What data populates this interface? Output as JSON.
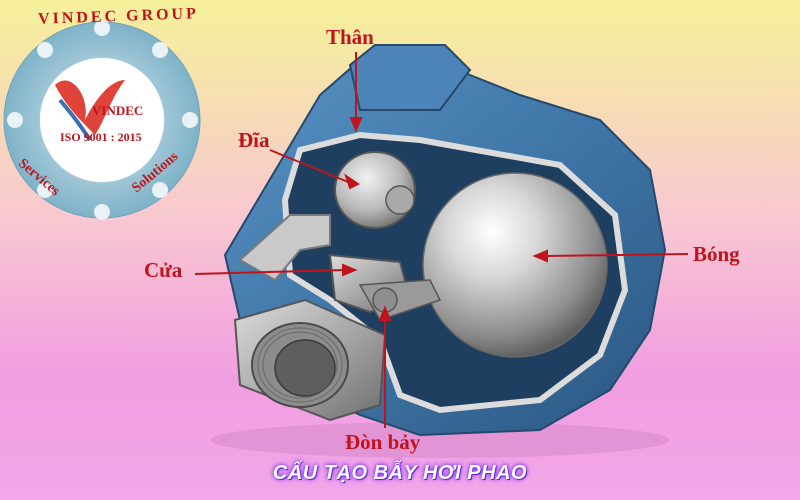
{
  "logo": {
    "top_text": "VINDEC GROUP",
    "bottom_left": "Services",
    "bottom_right": "Solutions",
    "brand": "VINDEC",
    "brand_initial": "V",
    "iso": "ISO 9001 : 2015"
  },
  "labels": {
    "than": "Thân",
    "dia": "Đĩa",
    "cua": "Cửa",
    "bong": "Bóng",
    "don_bay": "Đòn bảy"
  },
  "caption": "CẤU TẠO BẪY HƠI PHAO",
  "colors": {
    "label": "#c0141c",
    "body_blue": "#3f76a8",
    "caption_glow": "#7a2fff"
  }
}
